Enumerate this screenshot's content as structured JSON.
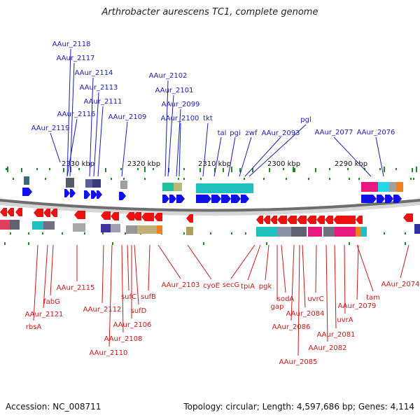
{
  "title": "Arthrobacter aurescens TC1, complete genome",
  "footer": {
    "accession": "Accession: NC_008711",
    "summary": "Topology: circular; Length: 4,597,686 bp; Genes: 4,114"
  },
  "colors": {
    "forward": "#1010e8",
    "reverse": "#ee1010",
    "forward_label": "#1a1ab8",
    "reverse_label": "#c81818",
    "backbone": "#6e6e6e",
    "tick": "#1f8a1f"
  },
  "ruler_labels": [
    "2330 kbp",
    "2320 kbp",
    "2310 kbp",
    "2300 kbp",
    "2290 kbp"
  ],
  "forward_genes": [
    "AAur_2118",
    "AAur_2117",
    "AAur_2114",
    "AAur_2113",
    "AAur_2111",
    "AAur_2116",
    "AAur_2119",
    "AAur_2109",
    "AAur_2102",
    "AAur_2101",
    "AAur_2099",
    "AAur_2100",
    "tkt",
    "tal",
    "pgi",
    "zwf",
    "AAur_2093",
    "pgl",
    "AAur_2077",
    "AAur_2076"
  ],
  "reverse_genes": [
    "AAur_2115",
    "fabG",
    "AAur_2121",
    "rbsA",
    "AAur_2112",
    "sufC",
    "sufB",
    "sufD",
    "AAur_2106",
    "AAur_2108",
    "AAur_2110",
    "AAur_2103",
    "cyoE",
    "secG",
    "tpiA",
    "pgk",
    "sodA",
    "gap",
    "AAur_2084",
    "AAur_2086",
    "uvrC",
    "AAur_2081",
    "AAur_2082",
    "AAur_2085",
    "AAur_2079",
    "uvrA",
    "tam",
    "AAur_2074"
  ]
}
